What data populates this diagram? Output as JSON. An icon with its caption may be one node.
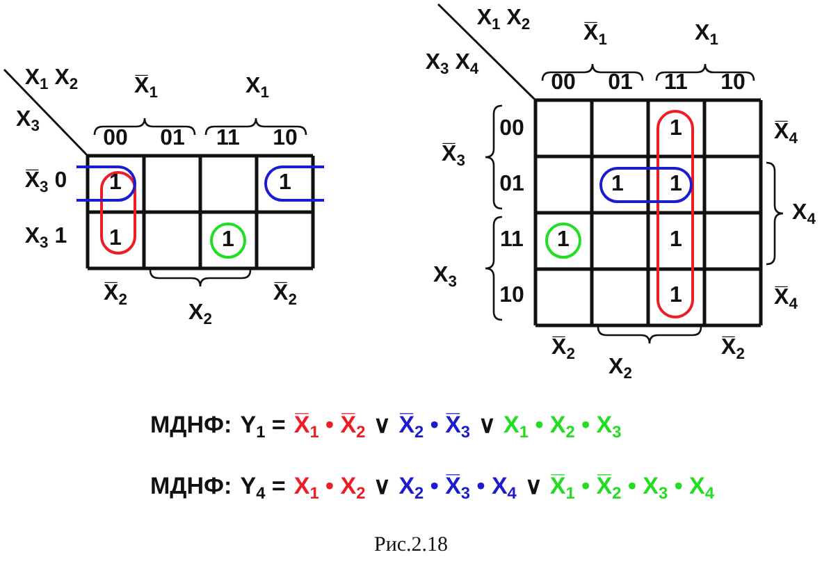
{
  "diagram": {
    "caption": "Рис.2.18",
    "labels": [
      "X$_{1}$ X$_{2}$",
      "X$_{3}$",
      "X̅$_{1}$",
      "X$_{1}$",
      "00",
      "01",
      "11",
      "10",
      "X̅$_{3}$ 0",
      "1",
      "1",
      "X$_{3}$ 1",
      "1",
      "1",
      "X̅$_{2}$",
      "X$_{2}$",
      "X̅$_{2}$",
      "X$_{1}$ X$_{2}$",
      "X$_{3}$ X$_{4}$",
      "X̅$_{1}$",
      "X$_{1}$",
      "00",
      "01",
      "11",
      "10",
      "00",
      "1",
      "X̅$_{4}$",
      "X̅$_{3}$",
      "01",
      "1",
      "1",
      "X$_{4}$",
      "11",
      "1",
      "1",
      "X$_{3}$",
      "10",
      "1",
      "X̅$_{4}$",
      "X̅$_{2}$",
      "X$_{2}$",
      "X̅$_{2}$",
      "МДНФ:",
      "Y$_{1}$ =",
      "X̅$_{1}$ • X̅$_{2}$",
      "∨",
      "X̅$_{2}$ • X̅$_{3}$",
      "∨",
      "X$_{1}$ • X$_{2}$ • X$_{3}$",
      "МДНФ:",
      "Y$_{4}$ =",
      "X$_{1}$ • X$_{2}$",
      "∨",
      "X$_{2}$ • X̅$_{3}$ • X$_{4}$",
      "∨",
      "X̅$_{1}$ • X̅$_{2}$ • X$_{3}$ • X$_{4}$"
    ]
  }
}
